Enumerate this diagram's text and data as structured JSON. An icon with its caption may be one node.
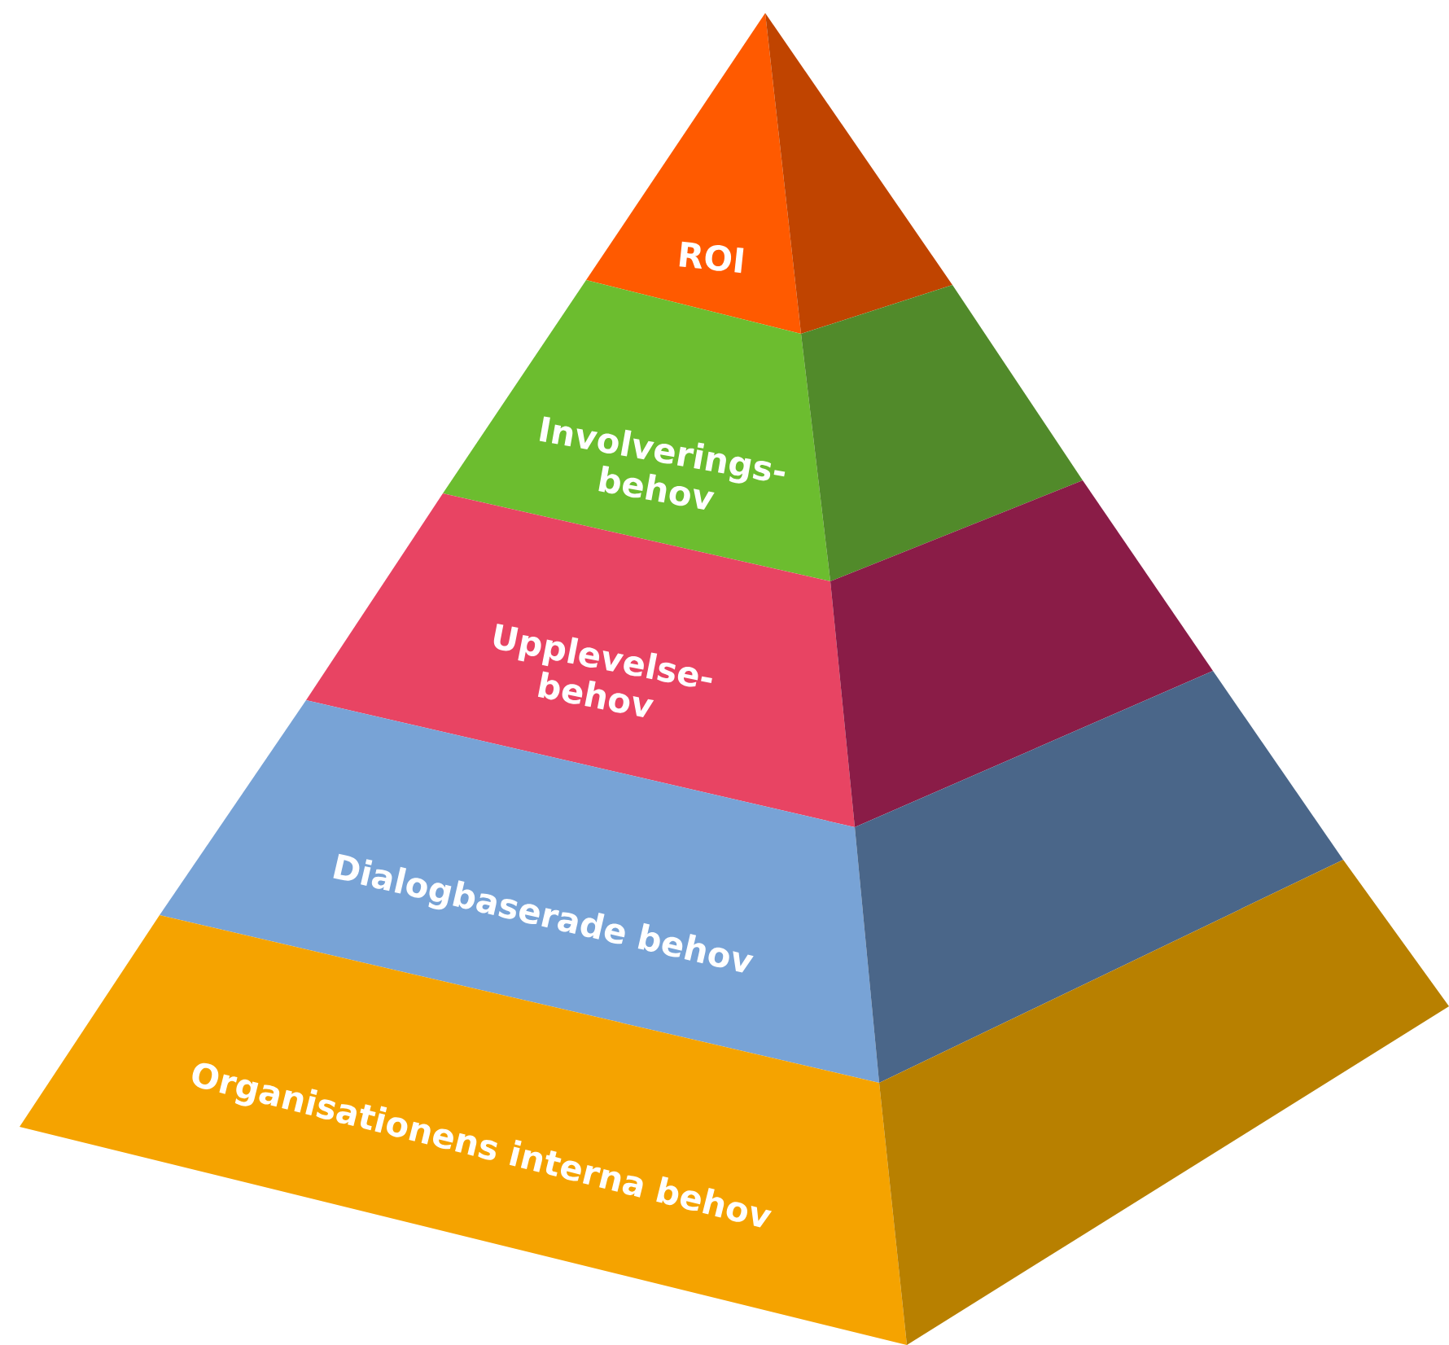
{
  "diagram": {
    "nodes": [
      {
        "text": [
          "ROI"
        ]
      },
      {
        "text": [
          "Involverings- behov"
        ]
      },
      {
        "text": [
          "Upplevelse- behov"
        ]
      },
      {
        "text": [
          "Dialogbaserade behov"
        ]
      },
      {
        "text": [
          "Organisationens interna behov"
        ]
      }
    ]
  }
}
